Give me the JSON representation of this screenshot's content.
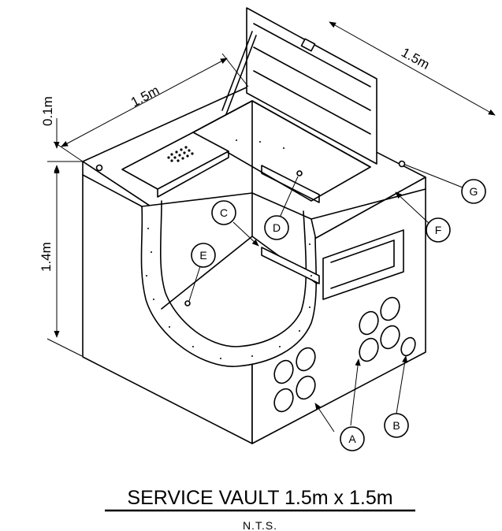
{
  "dimensions": {
    "width_left": "1.5m",
    "width_right": "1.5m",
    "lid_thickness": "0.1m",
    "depth": "1.4m"
  },
  "callouts": {
    "a": "A",
    "b": "B",
    "c": "C",
    "d": "D",
    "e": "E",
    "f": "F",
    "g": "G"
  },
  "title": "SERVICE VAULT 1.5m x 1.5m",
  "subtitle": "N.T.S."
}
